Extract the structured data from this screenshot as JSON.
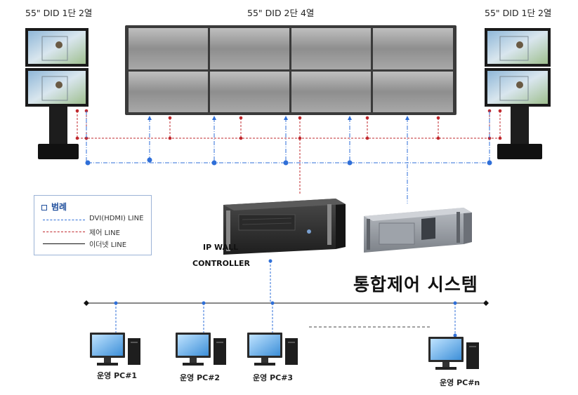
{
  "labels": {
    "left_did": "55\" DID 1단 2열",
    "center_did": "55\" DID 2단 4열",
    "right_did": "55\" DID 1단 2열",
    "controller_line1": "IP WALL",
    "controller_line2": "CONTROLLER",
    "system": "통합제어 시스템"
  },
  "legend": {
    "title": "범례",
    "items": [
      {
        "label": "DVI(HDMI) LINE",
        "style": "dashdot",
        "color": "#2f6fd8"
      },
      {
        "label": "제어 LINE",
        "style": "dashed",
        "color": "#c0282d"
      },
      {
        "label": "이더넷 LINE",
        "style": "solid",
        "color": "#111111"
      }
    ]
  },
  "pcs": [
    {
      "label": "운영 PC#1"
    },
    {
      "label": "운영 PC#2"
    },
    {
      "label": "운영 PC#3"
    },
    {
      "label": "운영 PC#n"
    }
  ],
  "colors": {
    "dvi": "#2f6fd8",
    "control": "#c0282d",
    "ethernet": "#111111",
    "wall_frame": "#3a3a3a",
    "screen": "#9a9a9a"
  }
}
